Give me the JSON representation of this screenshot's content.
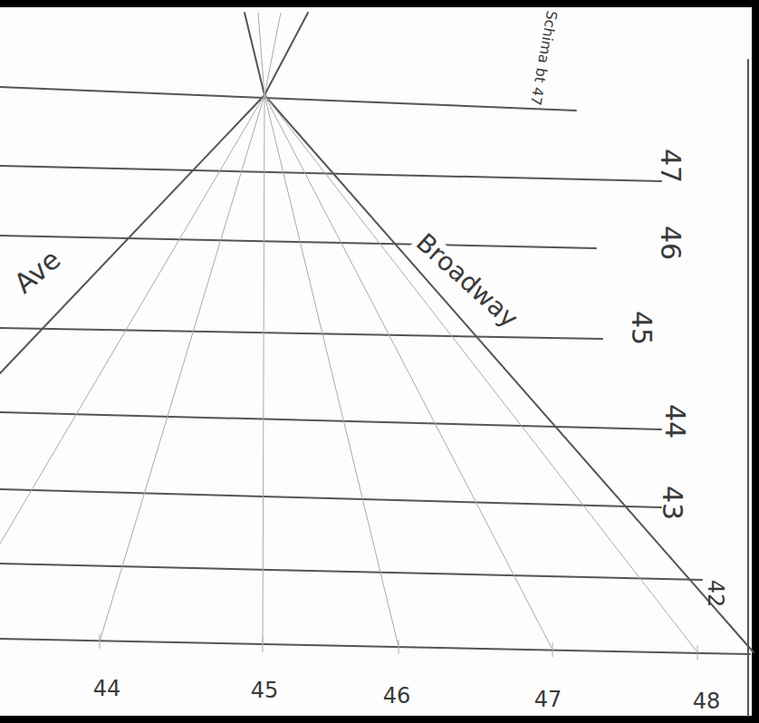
{
  "diagram": {
    "labels": [
      "Ave",
      "Broadway",
      "Schima bt 47",
      "47",
      "46",
      "45",
      "44",
      "43",
      "42",
      "44",
      "45",
      "46",
      "47",
      "48"
    ]
  }
}
